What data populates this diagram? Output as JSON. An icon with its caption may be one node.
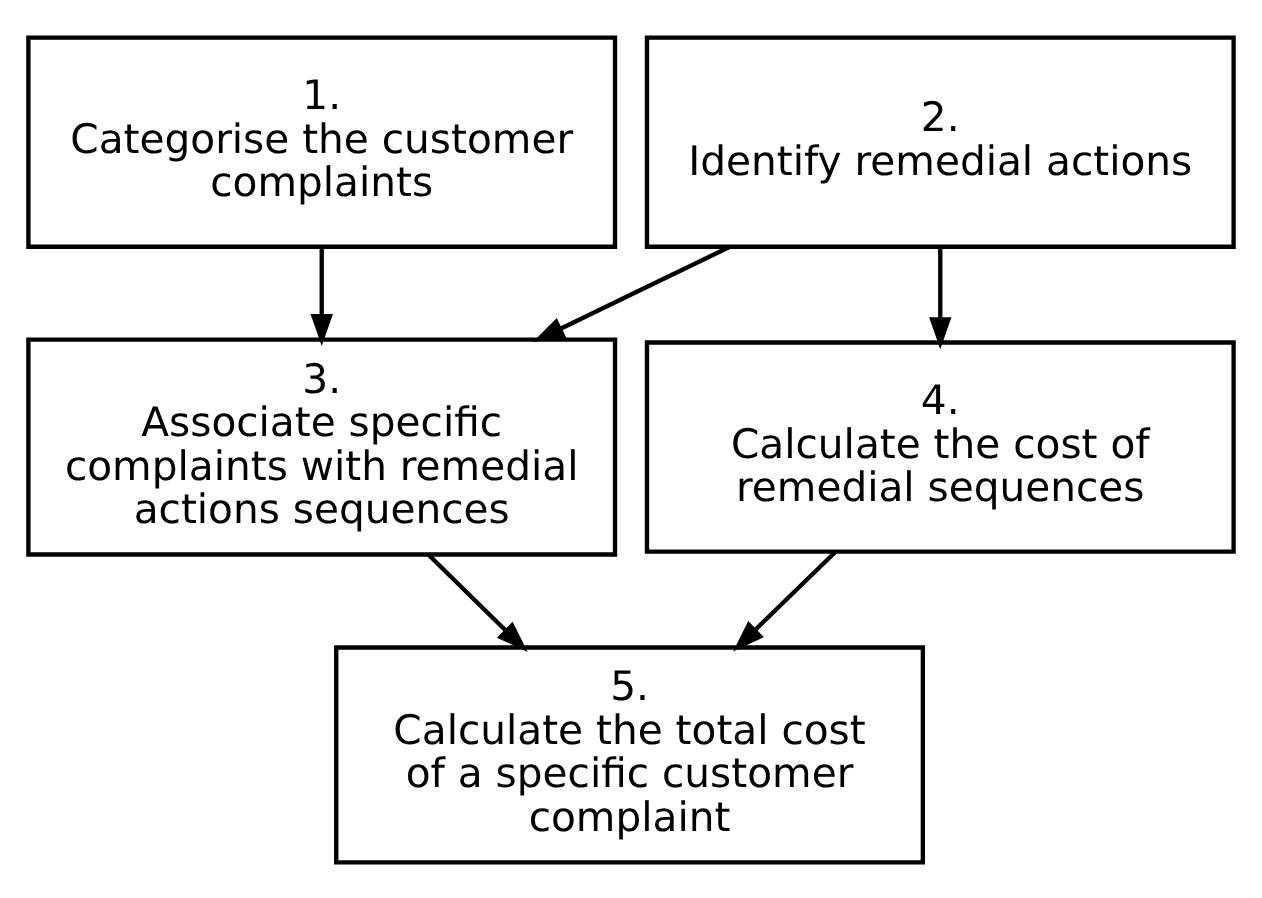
{
  "diagram": {
    "nodes": [
      {
        "text": [
          "1.",
          "Categorise the customer complaints"
        ]
      },
      {
        "text": [
          "2.",
          "Identify remedial actions"
        ]
      },
      {
        "text": [
          "3.",
          "Associate specific complaints with remedial actions sequences"
        ]
      },
      {
        "text": [
          "4.",
          "Calculate the cost of remedial sequences"
        ]
      },
      {
        "text": [
          "5.",
          "Calculate the total cost of a specific customer complaint"
        ]
      }
    ],
    "edges": [
      {
        "from": 0,
        "to": 2,
        "arrow": "to"
      },
      {
        "from": 1,
        "to": 2,
        "arrow": "to"
      },
      {
        "from": 1,
        "to": 3,
        "arrow": "to"
      },
      {
        "from": 2,
        "to": 4,
        "arrow": "to"
      },
      {
        "from": 3,
        "to": 4,
        "arrow": "to"
      }
    ]
  }
}
